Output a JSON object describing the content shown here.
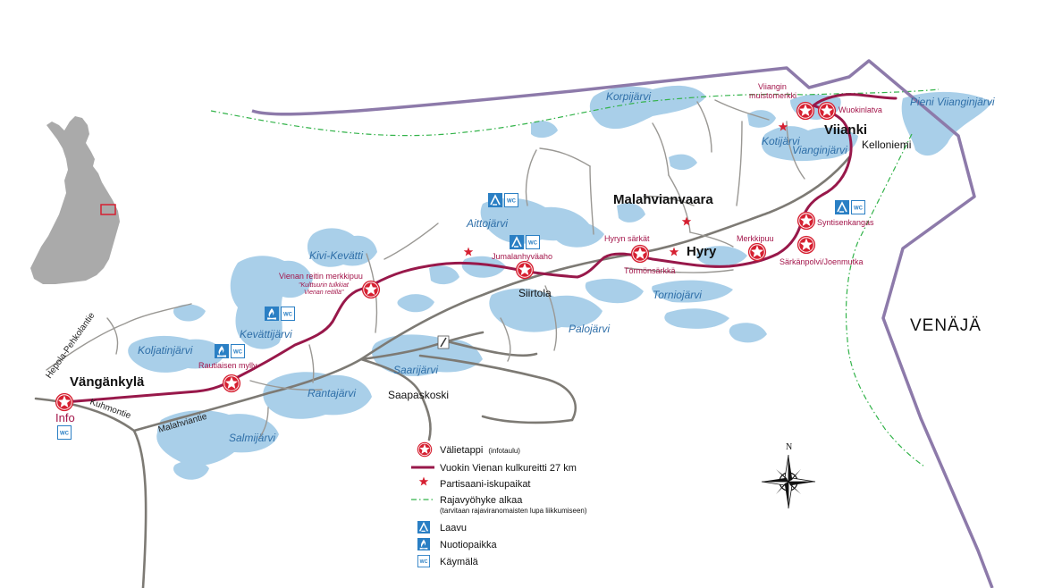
{
  "colors": {
    "lake": "#a9cfe9",
    "road": "#7d7a74",
    "minor_road": "#9a9894",
    "border": "#8d7aaa",
    "route": "#98184a",
    "zone": "#33b34a",
    "stop": "#d62031",
    "icon_blue": "#2a7fc4"
  },
  "labels": {
    "country": "VENÄJÄ",
    "info": "Info",
    "places": {
      "vangankyla": "Vängänkylä",
      "viianki": "Viianki",
      "malahvianvaara": "Malahvianvaara",
      "hyry": "Hyry",
      "siirtola": "Siirtola",
      "saapaskoski": "Saapaskoski",
      "kelloniemi": "Kelloniemi"
    },
    "lakes": {
      "korpijarvi": "Korpijärvi",
      "pieni_viianginjarvi": "Pieni Viianginjärvi",
      "kotijarvi": "Kotijärvi",
      "viianginjarvi": "Vianginjärvi",
      "aittojarvi": "Aittojärvi",
      "kivi_kevatti": "Kivi-Kevätti",
      "kevattijarvi": "Kevättijärvi",
      "koljatinjarvi": "Koljatinjärvi",
      "saarijarvi": "Saarijärvi",
      "rantajarvi": "Rantajärvi",
      "salmijarvi": "Salmijärvi",
      "paloj": "Palojärvi",
      "torniojarvi": "Torniojärvi"
    },
    "roads": {
      "hepola": "Hepola-Pehkolantie",
      "kuhmontie": "Kuhmontie",
      "malahviantie": "Malahviantie"
    },
    "stops": {
      "viiangin": "Viiangin",
      "muistomerkki": "muistomerkki",
      "wuokinlatva": "Wuokinlatva",
      "syntisenkangas": "Syntisenkangas",
      "merkkipuu": "Merkkipuu",
      "sarkanpolvi": "Särkänpolvi/Joenmutka",
      "hyryn_sarkat": "Hyryn särkät",
      "tormonsarkka": "Törmönsärkkä",
      "jumalanhyvaaho": "Jumalanhyväaho",
      "vienan_merkkipuu": "Vienan reitin merkkipuu",
      "note1": "\"Kulttuurin tulkkiat",
      "note2": "Vienan reitillä\"",
      "rautiaisen": "Rautiaisen mylly"
    },
    "wc": "WC"
  },
  "legend": {
    "stop": "Välietappi",
    "stop_sub": "(infotaulu)",
    "route": "Vuokin Vienan kulkureitti 27 km",
    "partisan": "Partisaani-iskupaikat",
    "zone": "Rajavyöhyke alkaa",
    "zone_sub": "(tarvitaan rajaviranomaisten lupa liikkumiseen)",
    "laavu": "Laavu",
    "nuotio": "Nuotiopaikka",
    "kaymala": "Käymälä"
  },
  "compass": {
    "north": "N"
  }
}
